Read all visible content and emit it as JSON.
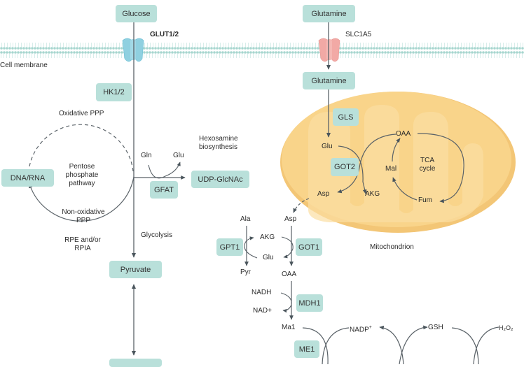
{
  "membrane": {
    "label": "Cell membrane",
    "color": "#b5dcd6",
    "transporters": [
      {
        "name": "GLUT1/2",
        "color": "#8fd0e0"
      },
      {
        "name": "SLC1A5",
        "color": "#f2a9a5"
      }
    ]
  },
  "glycolysis_branch": {
    "glucose": "Glucose",
    "hk": "HK1/2",
    "glycolysis": "Glycolysis",
    "pyruvate": "Pyruvate"
  },
  "ppp": {
    "oxidative": "Oxidative PPP",
    "pathway_line1": "Pentose",
    "pathway_line2": "phosphate",
    "pathway_line3": "pathway",
    "non_oxidative_line1": "Non-oxidative",
    "non_oxidative_line2": "PPP",
    "enzymes_line1": "RPE and/or",
    "enzymes_line2": "RPIA",
    "dna_rna": "DNA/RNA"
  },
  "hexosamine": {
    "title_line1": "Hexosamine",
    "title_line2": "biosynthesis",
    "gln": "Gln",
    "glu": "Glu",
    "gfat": "GFAT",
    "product": "UDP-GlcNAc"
  },
  "glutamine_branch": {
    "glutamine_out": "Glutamine",
    "glutamine_in": "Glutamine",
    "gls": "GLS"
  },
  "mitochondrion": {
    "label": "Mitochondrion",
    "color": "#f9d48a",
    "glu": "Glu",
    "got2": "GOT2",
    "asp": "Asp",
    "akg": "AKG",
    "oaa": "OAA",
    "mal": "Mal",
    "tca_line1": "TCA",
    "tca_line2": "cycle",
    "fum": "Fum"
  },
  "cytosol": {
    "ala": "Ala",
    "asp": "Asp",
    "gpt1": "GPT1",
    "got1": "GOT1",
    "akg": "AKG",
    "glu": "Glu",
    "pyr": "Pyr",
    "oaa": "OAA",
    "nadh": "NADH",
    "nad": "NAD+",
    "mdh1": "MDH1",
    "mal": "Ma1",
    "me1": "ME1",
    "nadp": "NADP",
    "nadp_sup": "+",
    "gsh": "GSH",
    "h2o2": "H₂O₂"
  }
}
